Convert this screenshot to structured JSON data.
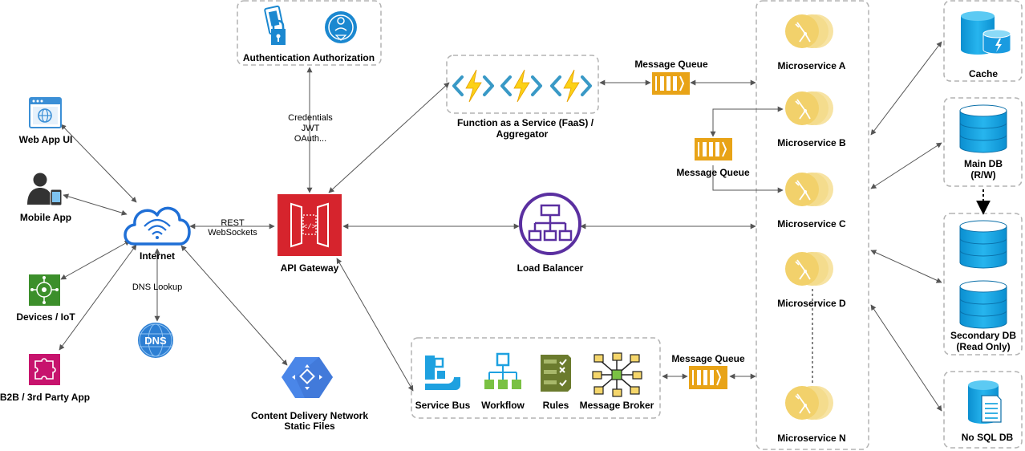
{
  "clients": {
    "web_app": "Web App UI",
    "mobile_app": "Mobile App",
    "devices": "Devices / IoT",
    "b2b": "B2B / 3rd Party App"
  },
  "internet": {
    "label": "Internet",
    "rest": "REST",
    "websockets": "WebSockets",
    "dns_lookup": "DNS Lookup",
    "dns_icon_text": "DNS"
  },
  "auth": {
    "label": "Authentication Authorization",
    "credentials": "Credentials",
    "jwt": "JWT",
    "oauth": "OAuth..."
  },
  "api_gateway": {
    "label": "API Gateway",
    "icon_text": "</>"
  },
  "cdn": {
    "line1": "Content Delivery Network",
    "line2": "Static Files"
  },
  "faas": {
    "line1": "Function as a Service (FaaS) /",
    "line2": "Aggregator"
  },
  "load_balancer": {
    "label": "Load Balancer"
  },
  "queues": {
    "top": "Message Queue",
    "middle": "Message Queue",
    "bottom": "Message Queue"
  },
  "integration": {
    "service_bus": "Service Bus",
    "workflow": "Workflow",
    "rules": "Rules",
    "message_broker": "Message Broker"
  },
  "microservices": {
    "a": "Microservice A",
    "b": "Microservice B",
    "c": "Microservice C",
    "d": "Microservice D",
    "n": "Microservice N"
  },
  "storage": {
    "cache": "Cache",
    "main_db_line1": "Main DB",
    "main_db_line2": "(R/W)",
    "secondary_db_line1": "Secondary DB",
    "secondary_db_line2": "(Read Only)",
    "nosql_db": "No SQL DB"
  },
  "colors": {
    "azure_blue": "#0078d4",
    "api_red": "#d6242d",
    "lb_purple": "#5a2fa0",
    "queue_orange": "#e8a317",
    "microservice_yellow": "#f2d16b",
    "db_blue": "#0a9fdc",
    "iot_green": "#3c8f2b",
    "b2b_pink": "#c7136d",
    "cdn_blue": "#4a86e8"
  }
}
